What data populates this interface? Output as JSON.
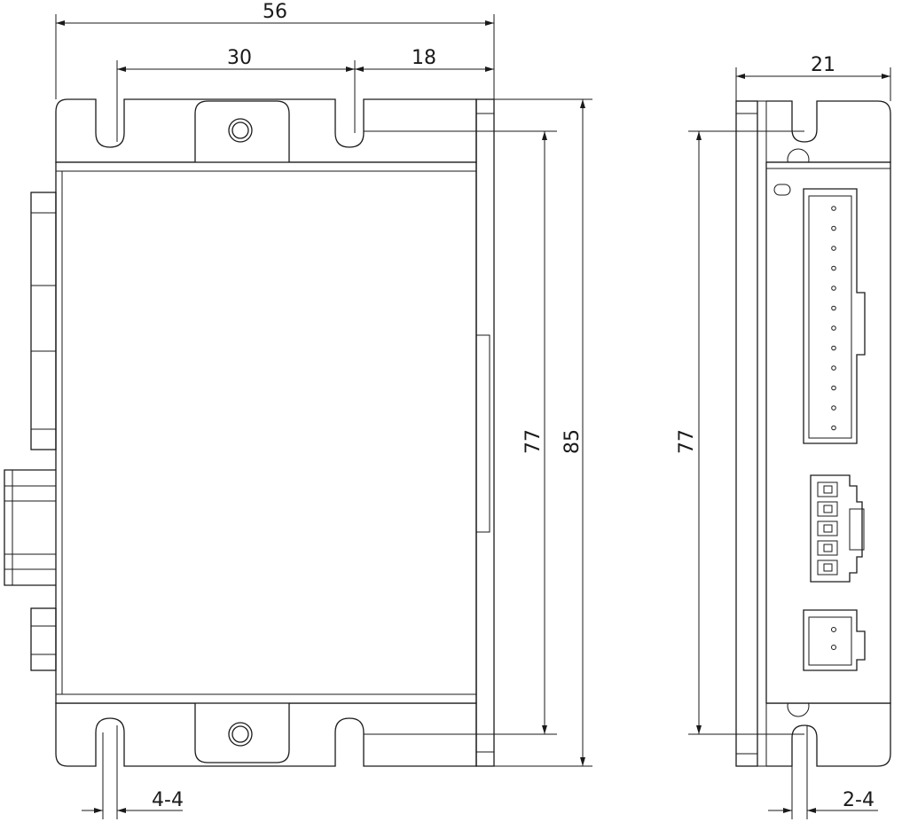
{
  "drawing": {
    "dimensions": {
      "overall_width": "56",
      "hole_spacing": "30",
      "hole_to_edge": "18",
      "side_depth": "21",
      "hole_pitch_vertical": "77",
      "overall_height": "85",
      "side_hole_pitch": "77",
      "front_slot_width": "4-4",
      "side_slot_width": "2-4"
    },
    "colors": {
      "line": "#1a1a1a",
      "background": "#ffffff"
    }
  }
}
